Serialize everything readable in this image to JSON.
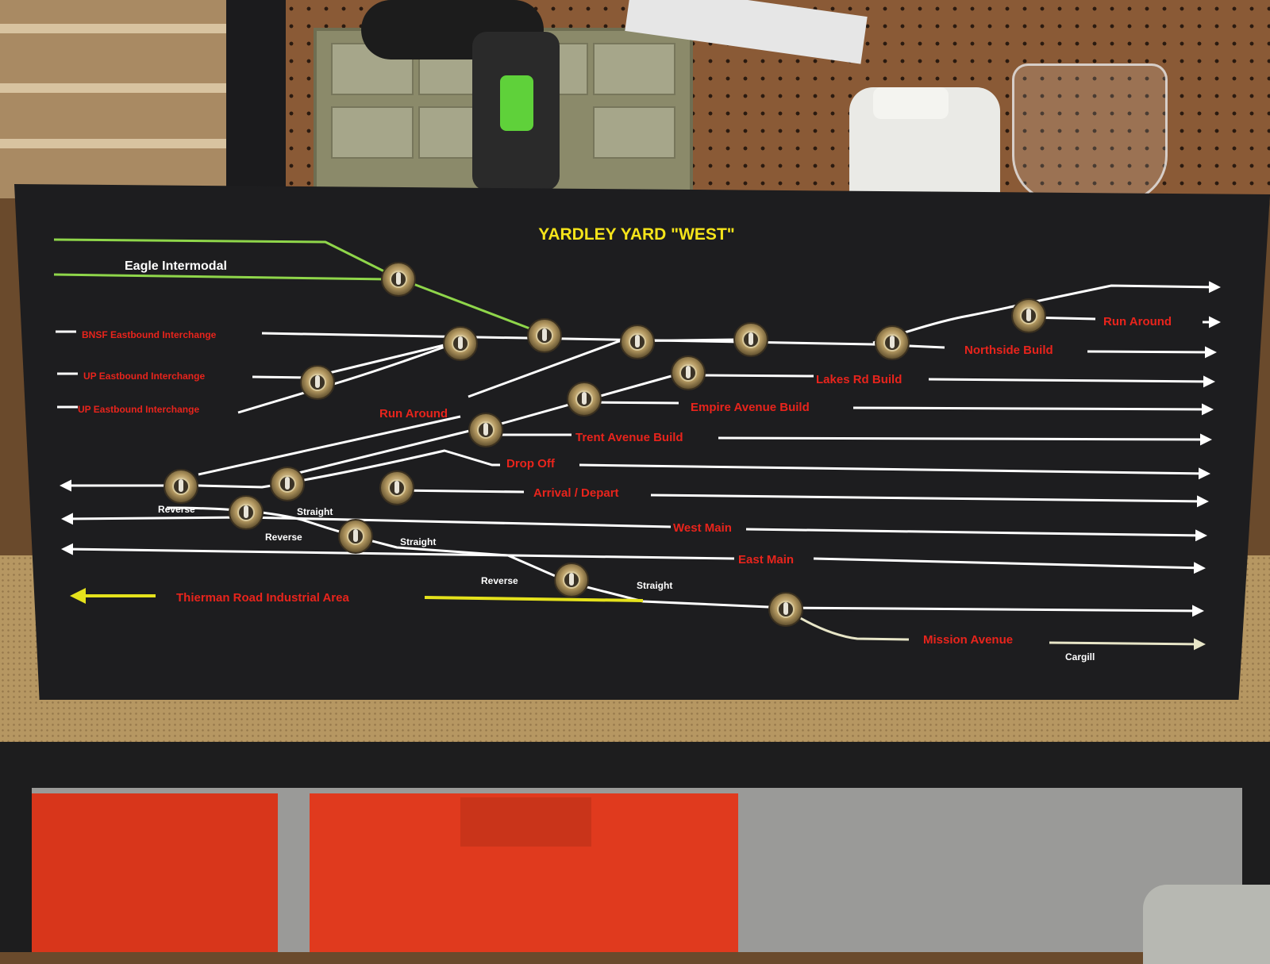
{
  "panel": {
    "title": "YARDLEY  YARD \"WEST\"",
    "colors": {
      "panel": "#1d1d1f",
      "track": "#ffffff",
      "label_red": "#e8241c",
      "title_yellow": "#f5e41a",
      "intermodal_green": "#8fd64a",
      "industrial_yellow": "#e5e21c",
      "cargill_track": "#e8e6c8"
    },
    "labels": {
      "eagle_intermodal": "Eagle Intermodal",
      "bnsf_eastbound": "BNSF Eastbound Interchange",
      "up_eastbound_1": "UP Eastbound Interchange",
      "up_eastbound_2": "UP Eastbound Interchange",
      "run_around_left": "Run Around",
      "run_around_right": "Run Around",
      "northside_build": "Northside Build",
      "lakes_rd_build": "Lakes Rd Build",
      "empire_avenue_build": "Empire Avenue Build",
      "trent_avenue_build": "Trent Avenue Build",
      "drop_off": "Drop Off",
      "arrival_depart": "Arrival / Depart",
      "west_main": "West Main",
      "east_main": "East Main",
      "thierman_road": "Thierman Road Industrial Area",
      "mission_avenue": "Mission Avenue",
      "cargill": "Cargill",
      "reverse_1": "Reverse",
      "straight_1": "Straight",
      "reverse_2": "Reverse",
      "straight_2": "Straight",
      "reverse_3": "Reverse",
      "straight_3": "Straight"
    },
    "toggle_switch_count": 18
  }
}
